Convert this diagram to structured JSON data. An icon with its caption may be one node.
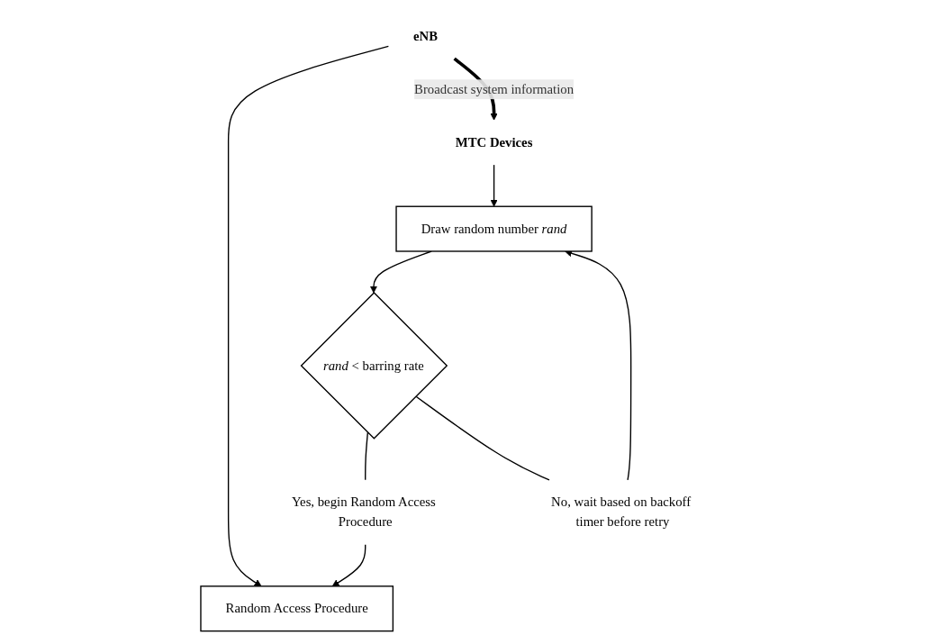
{
  "diagram": {
    "nodes": [
      {
        "text": [
          "eNB"
        ]
      },
      {
        "text": [
          "MTC Devices"
        ]
      },
      {
        "text": [
          "Random Access Procedure"
        ]
      },
      {
        "text": [
          "Draw random number *rand*"
        ]
      },
      {
        "text": [
          "*rand* < barring rate"
        ]
      },
      {
        "text": [
          "Yes, begin Random Access Procedure"
        ]
      },
      {
        "text": [
          "No, wait based on backoff timer before retry"
        ]
      }
    ],
    "edges": [
      {
        "from": 0,
        "to": 2,
        "arrow": "to"
      },
      {
        "from": 0,
        "to": 1,
        "arrow": "to",
        "label": "Broadcast system information",
        "style": "thick"
      },
      {
        "from": 1,
        "to": 3,
        "arrow": "to"
      },
      {
        "from": 3,
        "to": 4,
        "arrow": "to"
      },
      {
        "from": 4,
        "to": 5,
        "arrow": "none"
      },
      {
        "from": 5,
        "to": 2,
        "arrow": "to"
      },
      {
        "from": 4,
        "to": 6,
        "arrow": "none"
      },
      {
        "from": 6,
        "to": 3,
        "arrow": "to"
      }
    ]
  }
}
